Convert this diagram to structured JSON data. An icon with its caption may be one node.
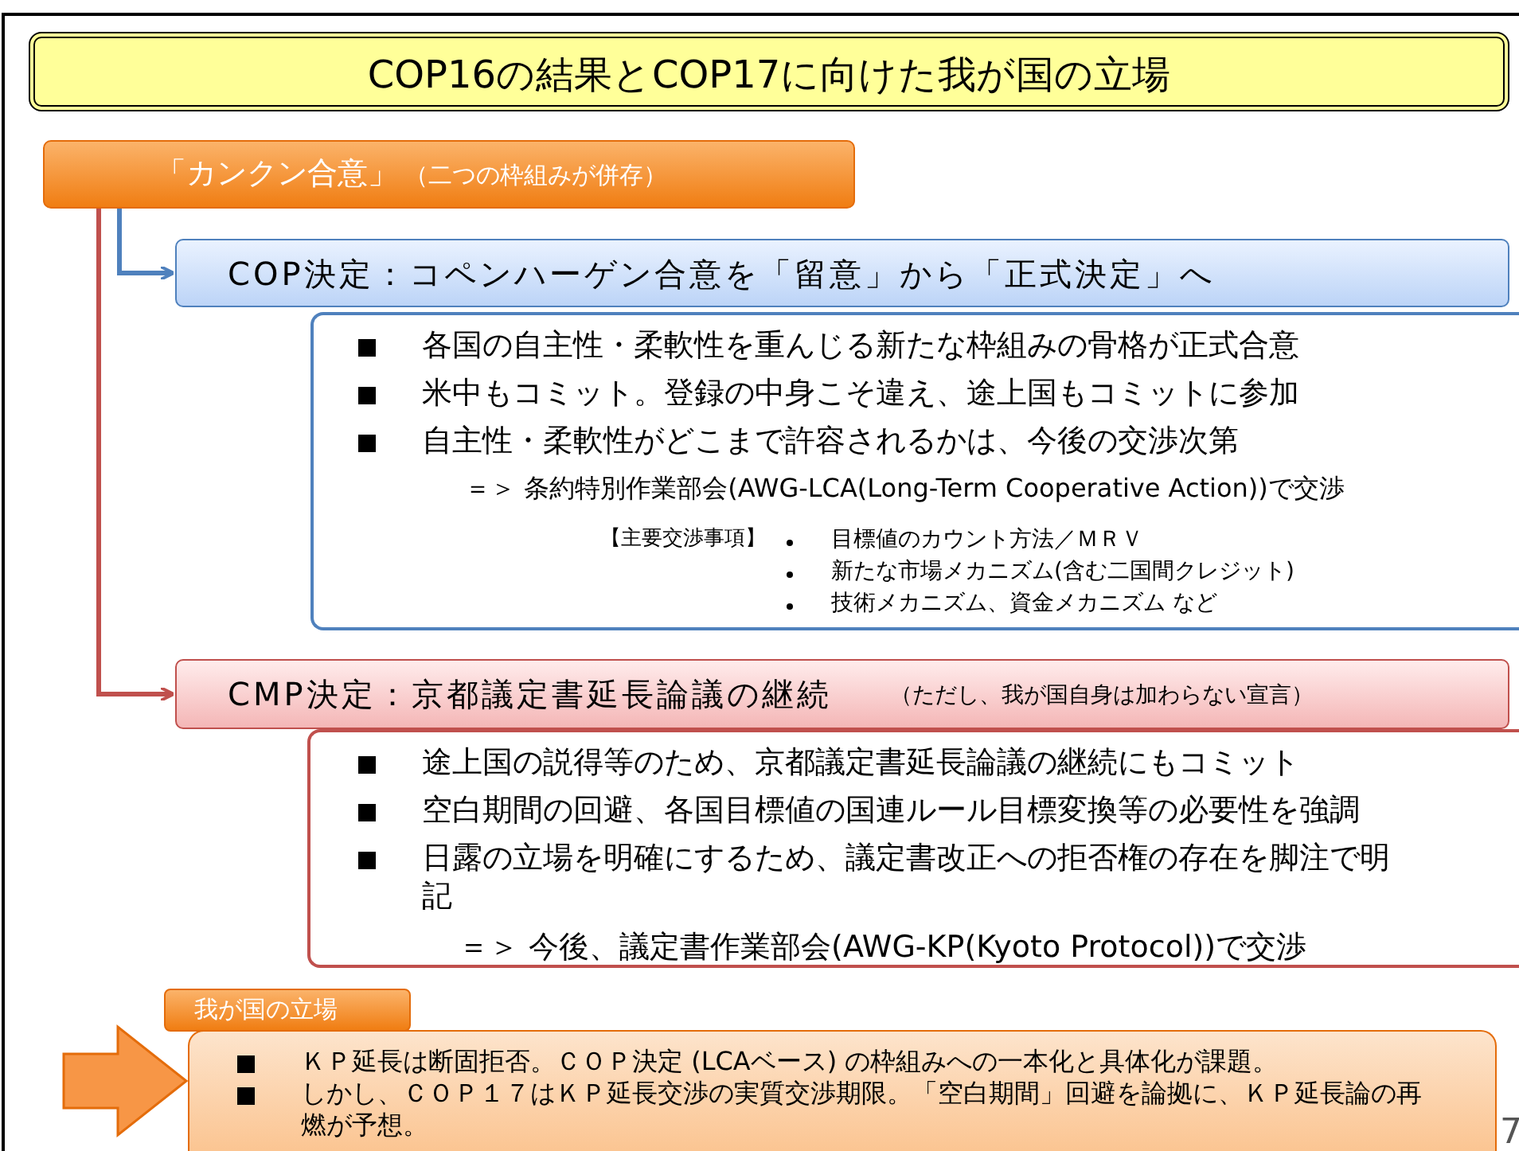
{
  "diagram": {
    "nodes": [
      {
        "text": [
          "COP16の結果とCOP17に向けた我が国の立場"
        ]
      },
      {
        "text": [
          "「カンクン合意」",
          "（二つの枠組みが併存）"
        ]
      },
      {
        "text": [
          "COP決定：コペンハーゲン合意を「留意」から「正式決定」へ"
        ]
      },
      {
        "text": [
          "各国の自主性・柔軟性を重んじる新たな枠組みの骨格が正式合意",
          "米中もコミット。登録の中身こそ違え、途上国もコミットに参加",
          "自主性・柔軟性がどこまで許容されるかは、今後の交渉次第",
          "＝＞ 条約特別作業部会(AWG-LCA(Long-Term Cooperative Action))で交渉",
          "【主要交渉事項】",
          "目標値のカウント方法／ＭＲＶ",
          "新たな市場メカニズム(含む二国間クレジット)",
          "技術メカニズム、資金メカニズム など"
        ]
      },
      {
        "text": [
          "CMP決定：京都議定書延長論議の継続",
          "（ただし、我が国自身は加わらない宣言）"
        ]
      },
      {
        "text": [
          "途上国の説得等のため、京都議定書延長論議の継続にもコミット",
          "空白期間の回避、各国目標値の国連ルール目標変換等の必要性を強調",
          "日露の立場を明確にするため、議定書改正への拒否権の存在を脚注で明記",
          "＝＞ 今後、議定書作業部会(AWG-KP(Kyoto Protocol))で交渉"
        ]
      },
      {
        "text": [
          "我が国の立場"
        ]
      },
      {
        "text": [
          "ＫＰ延長は断固拒否。ＣＯＰ決定 (LCAベース) の枠組みへの一本化と具体化が課題。",
          "しかし、ＣＯＰ１７はＫＰ延長交渉の実質交渉期限。「空白期間」回避を論拠に、ＫＰ延長論の再燃が予想。"
        ]
      }
    ],
    "edges": [
      {
        "from": 1,
        "to": 2,
        "arrow": "to",
        "color": "#4f81bd"
      },
      {
        "from": 1,
        "to": 4,
        "arrow": "to",
        "color": "#c0504d"
      },
      {
        "from": null,
        "to": 7,
        "arrow": "to",
        "style": "thick",
        "color": "#f79646"
      }
    ],
    "labels": [
      "7"
    ]
  }
}
